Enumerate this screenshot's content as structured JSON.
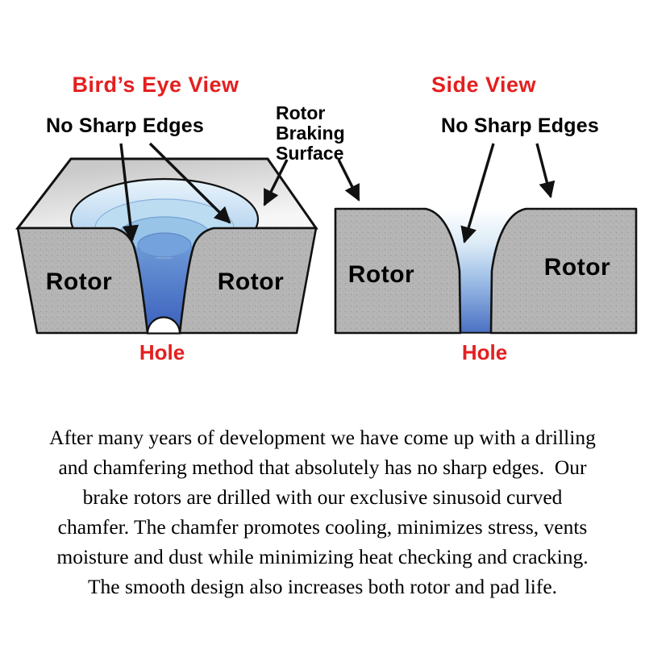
{
  "colors": {
    "accent_red": "#e41f1f",
    "rotor_gray": "#b5b5b5",
    "funnel_blue_deep": "#3a5fbc",
    "outline_black": "#111111"
  },
  "birds_eye": {
    "title": "Bird’s Eye View",
    "no_sharp_edges_label": "No Sharp Edges",
    "rotor_left_label": "Rotor",
    "rotor_right_label": "Rotor",
    "hole_label": "Hole"
  },
  "side_view": {
    "title": "Side View",
    "no_sharp_edges_label": "No Sharp Edges",
    "rotor_left_label": "Rotor",
    "rotor_right_label": "Rotor",
    "hole_label": "Hole"
  },
  "rotor_braking_surface": {
    "line1": "Rotor",
    "line2": "Braking",
    "line3": "Surface"
  },
  "paragraph": {
    "lines": [
      "After many years of development we have come up with a drilling",
      "and chamfering method that absolutely has no sharp edges.  Our",
      "brake rotors are drilled with our exclusive sinusoid curved",
      "chamfer. The chamfer promotes cooling, minimizes stress, vents",
      "moisture and dust while minimizing heat checking and cracking.",
      "The smooth design also increases both rotor and pad life."
    ]
  }
}
